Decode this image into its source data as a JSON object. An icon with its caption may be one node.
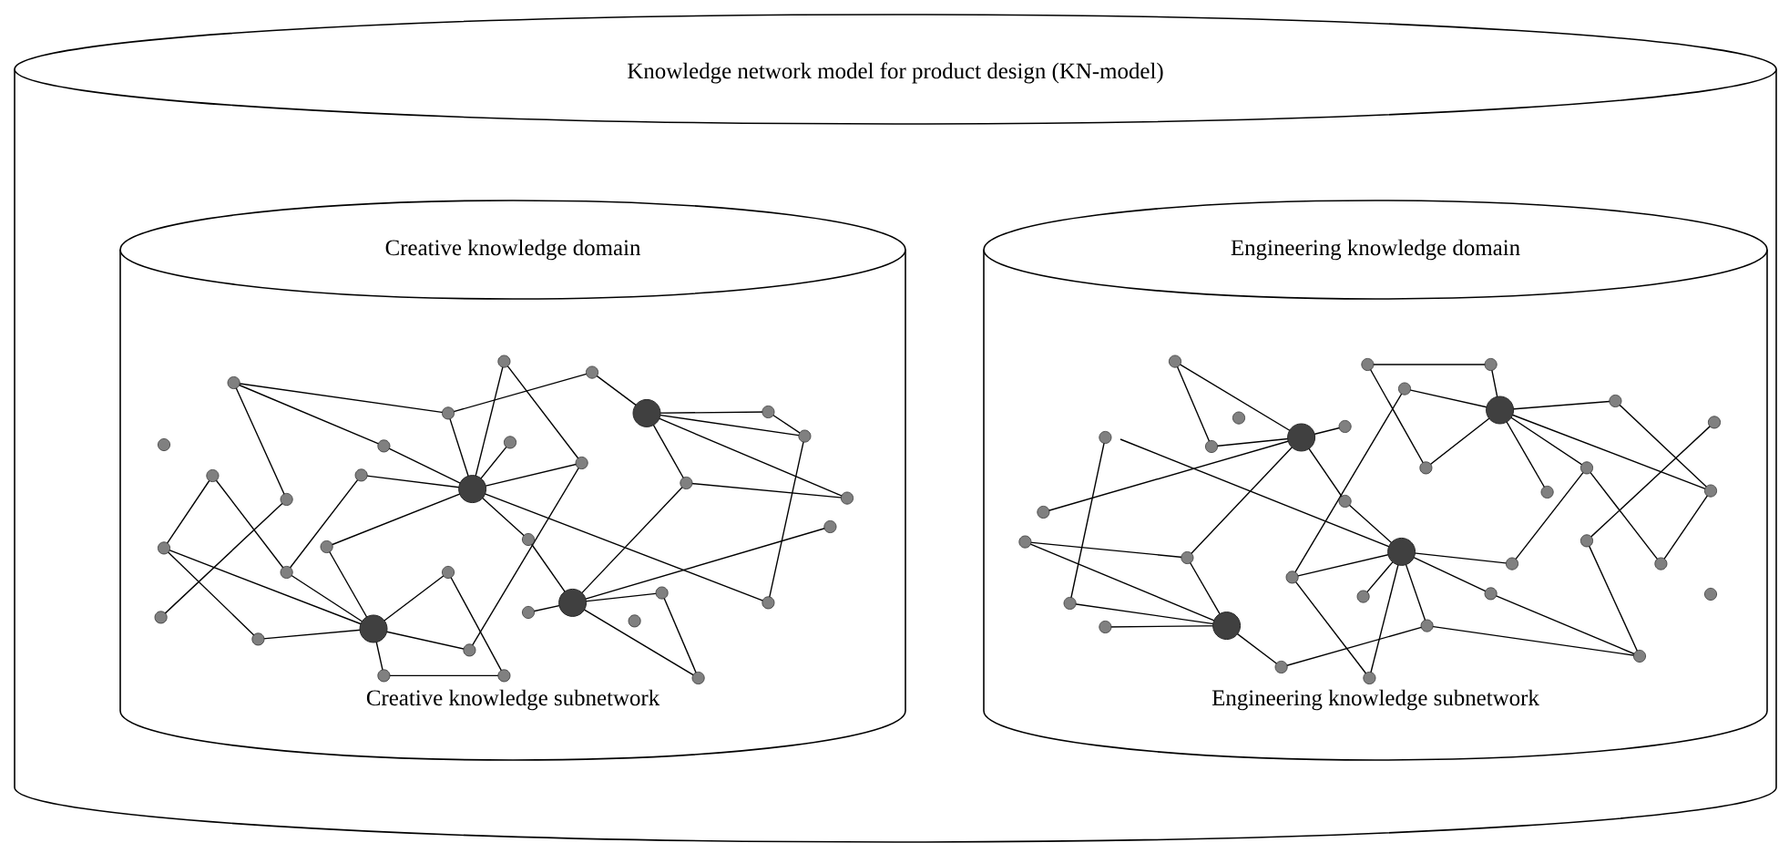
{
  "diagram": {
    "nodes": [
      {
        "text": [
          "Knowledge network model for product design (KN-model)"
        ]
      },
      {
        "text": [
          "Creative knowledge domain",
          "Creative knowledge subnetwork"
        ],
        "in": 0
      },
      {
        "text": [
          "Engineering knowledge domain",
          "Engineering knowledge subnetwork"
        ],
        "in": 0
      }
    ]
  }
}
